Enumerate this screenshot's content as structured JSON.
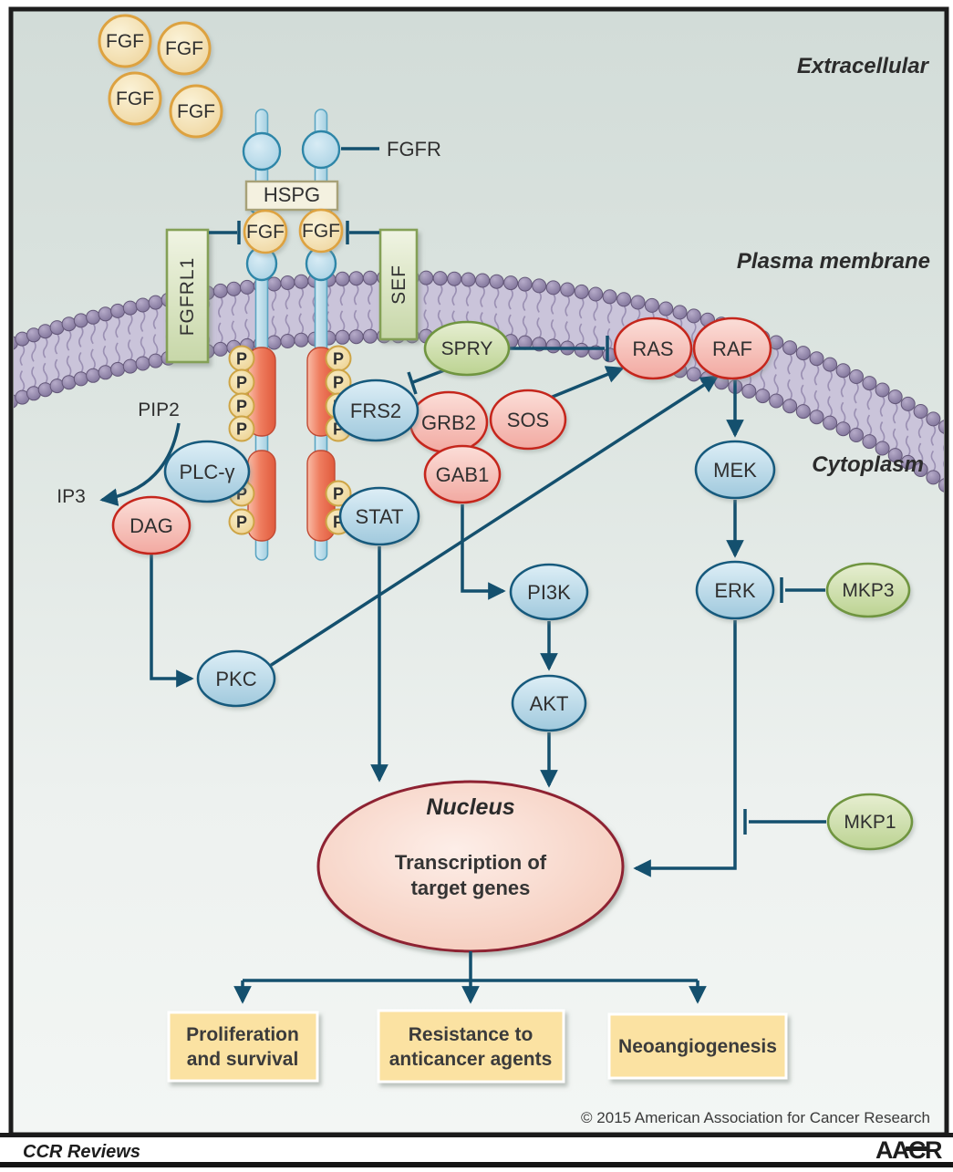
{
  "compartments": {
    "extracellular": "Extracellular",
    "plasma_membrane": "Plasma membrane",
    "cytoplasm": "Cytoplasm"
  },
  "ligand": {
    "fgf": "FGF"
  },
  "receptor": {
    "fgfr_label": "FGFR",
    "hspg": "HSPG",
    "fgfrl1": "FGFRL1",
    "sef": "SEF",
    "phospho": "P"
  },
  "molecules": {
    "pip2": "PIP2",
    "ip3": "IP3",
    "plc_gamma": "PLC-γ",
    "dag": "DAG",
    "pkc": "PKC",
    "frs2": "FRS2",
    "grb2": "GRB2",
    "sos": "SOS",
    "gab1": "GAB1",
    "stat": "STAT",
    "spry": "SPRY",
    "ras": "RAS",
    "raf": "RAF",
    "mek": "MEK",
    "erk": "ERK",
    "mkp3": "MKP3",
    "mkp1": "MKP1",
    "pi3k": "PI3K",
    "akt": "AKT"
  },
  "nucleus": {
    "title": "Nucleus",
    "line1": "Transcription of",
    "line2": "target genes"
  },
  "outcomes": [
    {
      "line1": "Proliferation",
      "line2": "and survival"
    },
    {
      "line1": "Resistance to",
      "line2": "anticancer agents"
    },
    {
      "line1": "Neoangiogenesis",
      "line2": ""
    }
  ],
  "footer": {
    "copyright": "© 2015 American Association for Cancer Research",
    "journal": "CCR Reviews",
    "logo": "AACR"
  },
  "colors": {
    "arrow": "#14506e",
    "red_node_border": "#c5271f",
    "blue_node_border": "#185a7d",
    "green_node_border": "#6f9540",
    "fgf_border": "#dda23f",
    "membrane_head": "#80739c",
    "nucleus_border": "#8e2033",
    "outcome_fill": "#fbe2a2",
    "background_top": "#d2dcd8",
    "background_bottom": "#f3f6f4"
  }
}
